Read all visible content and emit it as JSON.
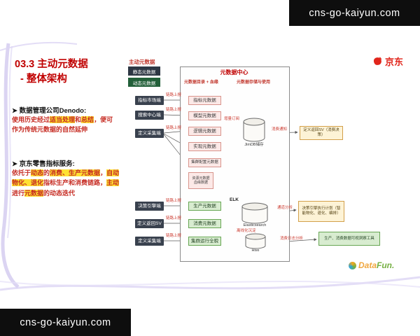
{
  "watermark": {
    "text": "cns-go-kaiyun.com"
  },
  "header": {
    "title_line1": "03.3 主动元数据",
    "title_line2": "- 整体架构",
    "jd_logo_text": "京东"
  },
  "bullets": {
    "b1_heading": "➤ 数据管理公司Denodo:",
    "b1_seg0": "使用历史经过",
    "b1_seg1": "适当处理",
    "b1_seg2": "和",
    "b1_seg3": "总结",
    "b1_seg4": "，便可作为传统元数据的自然延伸",
    "b2_heading": "➤ 京东零售指标服务:",
    "b2_seg0": "依托于",
    "b2_seg1": "动态",
    "b2_seg2": "的",
    "b2_seg3": "消费、生产元数据",
    "b2_seg4": "，",
    "b2_seg5": "自动物化、退化",
    "b2_seg6": "指标生产和消费链路，",
    "b2_seg7": "主动",
    "b2_seg8": "进行",
    "b2_seg9": "元数据",
    "b2_seg10": "的动态迭代"
  },
  "legend": {
    "label": "主动元数据",
    "static_box": "静态元数据",
    "dynamic_box": "动态元数据"
  },
  "diagram": {
    "title": "元数据中心",
    "col_left": "元数据目录 + 血缘",
    "col_right": "元数据存储与使用",
    "link_label": "链路上报",
    "top_sources": [
      "指标市场端",
      "搜索中心端",
      "定义采集端"
    ],
    "meta_boxes": [
      "指标元数据",
      "模型元数据",
      "逻辑元数据",
      "实现元数据",
      "集群配置元数据"
    ],
    "resource_lines": [
      "资源元数据",
      "血缘数据"
    ],
    "jimdb": "JimDB储存",
    "inc_label": "增量订阅",
    "notify_label": "消费通知",
    "consume_box": "定义返回SV（消费决策）",
    "bottom_sources": [
      "决策引擎端",
      "定义返回SV",
      "定义采集端"
    ],
    "green_boxes": [
      "生产元数据",
      "消费元数据",
      "集群运行全貌"
    ],
    "elk": "ELK",
    "es": "Elasticsearch",
    "offline_label": "离线化沉淀",
    "hive": "Hive",
    "channel_label": "通道分析",
    "plan_box": "决策引擎执行计划（智能物化、退化、编排）",
    "log_label": "消费日志分析",
    "insight_box": "生产、消费数据可视洞察工具"
  },
  "footer": {
    "datafun_a": "Data",
    "datafun_b": "Fun."
  },
  "colors": {
    "title_red": "#c00000",
    "highlight_yellow": "#ffe133",
    "jd_red": "#e1251b",
    "green_box": "#d8ecd0",
    "yellow_box": "#fdf3d6",
    "dark_box": "#39414e"
  }
}
